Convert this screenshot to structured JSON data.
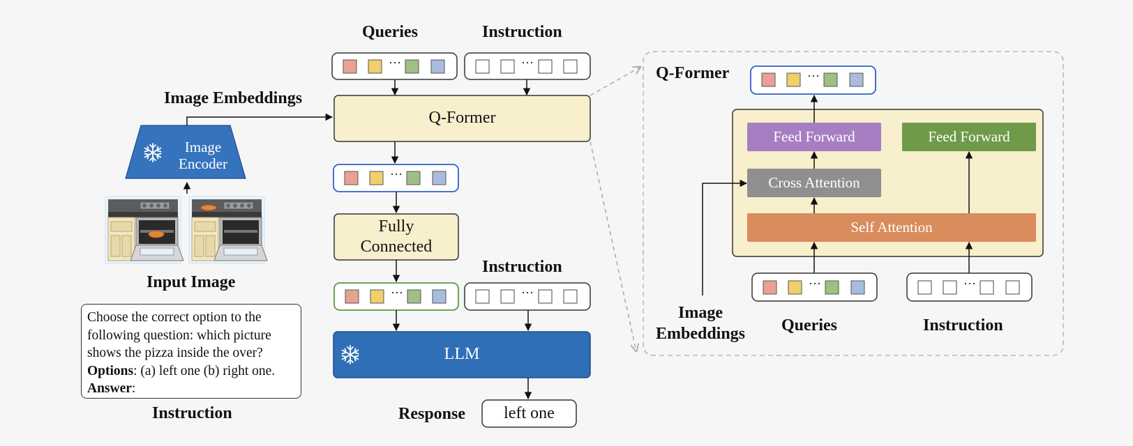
{
  "labels": {
    "queries": "Queries",
    "instruction": "Instruction",
    "image_embeddings": "Image Embeddings",
    "image_encoder": "Image\nEncoder",
    "input_image": "Input Image",
    "instruction_caption": "Instruction",
    "qformer": "Q-Former",
    "fully_connected": "Fully\nConnected",
    "instruction_2": "Instruction",
    "llm": "LLM",
    "response": "Response",
    "response_value": "left one",
    "dots": "···"
  },
  "instruction_text": {
    "line1": "Choose the correct option to the",
    "line2": "following question: which picture",
    "line3": "shows the pizza inside the over?",
    "options_label": "Options",
    "options_text": ": (a) left one (b) right one.",
    "answer_label": "Answer",
    "answer_text": ":"
  },
  "qformer_detail": {
    "title": "Q-Former",
    "feed_forward_left": "Feed Forward",
    "feed_forward_right": "Feed Forward",
    "cross_attention": "Cross Attention",
    "self_attention": "Self Attention",
    "image_embeddings": "Image\nEmbeddings",
    "queries": "Queries",
    "instruction": "Instruction"
  },
  "colors": {
    "query_red": "#e8a193",
    "query_yellow": "#f0cf6c",
    "query_green": "#9fbf86",
    "query_blue": "#a9bcdc",
    "qformer_fill": "#f8efcc",
    "llm_fill": "#2f6fb5",
    "encoder_fill": "#3673bd",
    "feed_forward_purple": "#a77ec2",
    "feed_forward_green": "#6f9a4a",
    "cross_attention_gray": "#8f8f8f",
    "self_attention_orange": "#d98c5c",
    "token_border_blue": "#2f5fcf",
    "token_border_green": "#5b9a3e"
  },
  "icons": [
    "snowflake-icon",
    "stove-image"
  ]
}
